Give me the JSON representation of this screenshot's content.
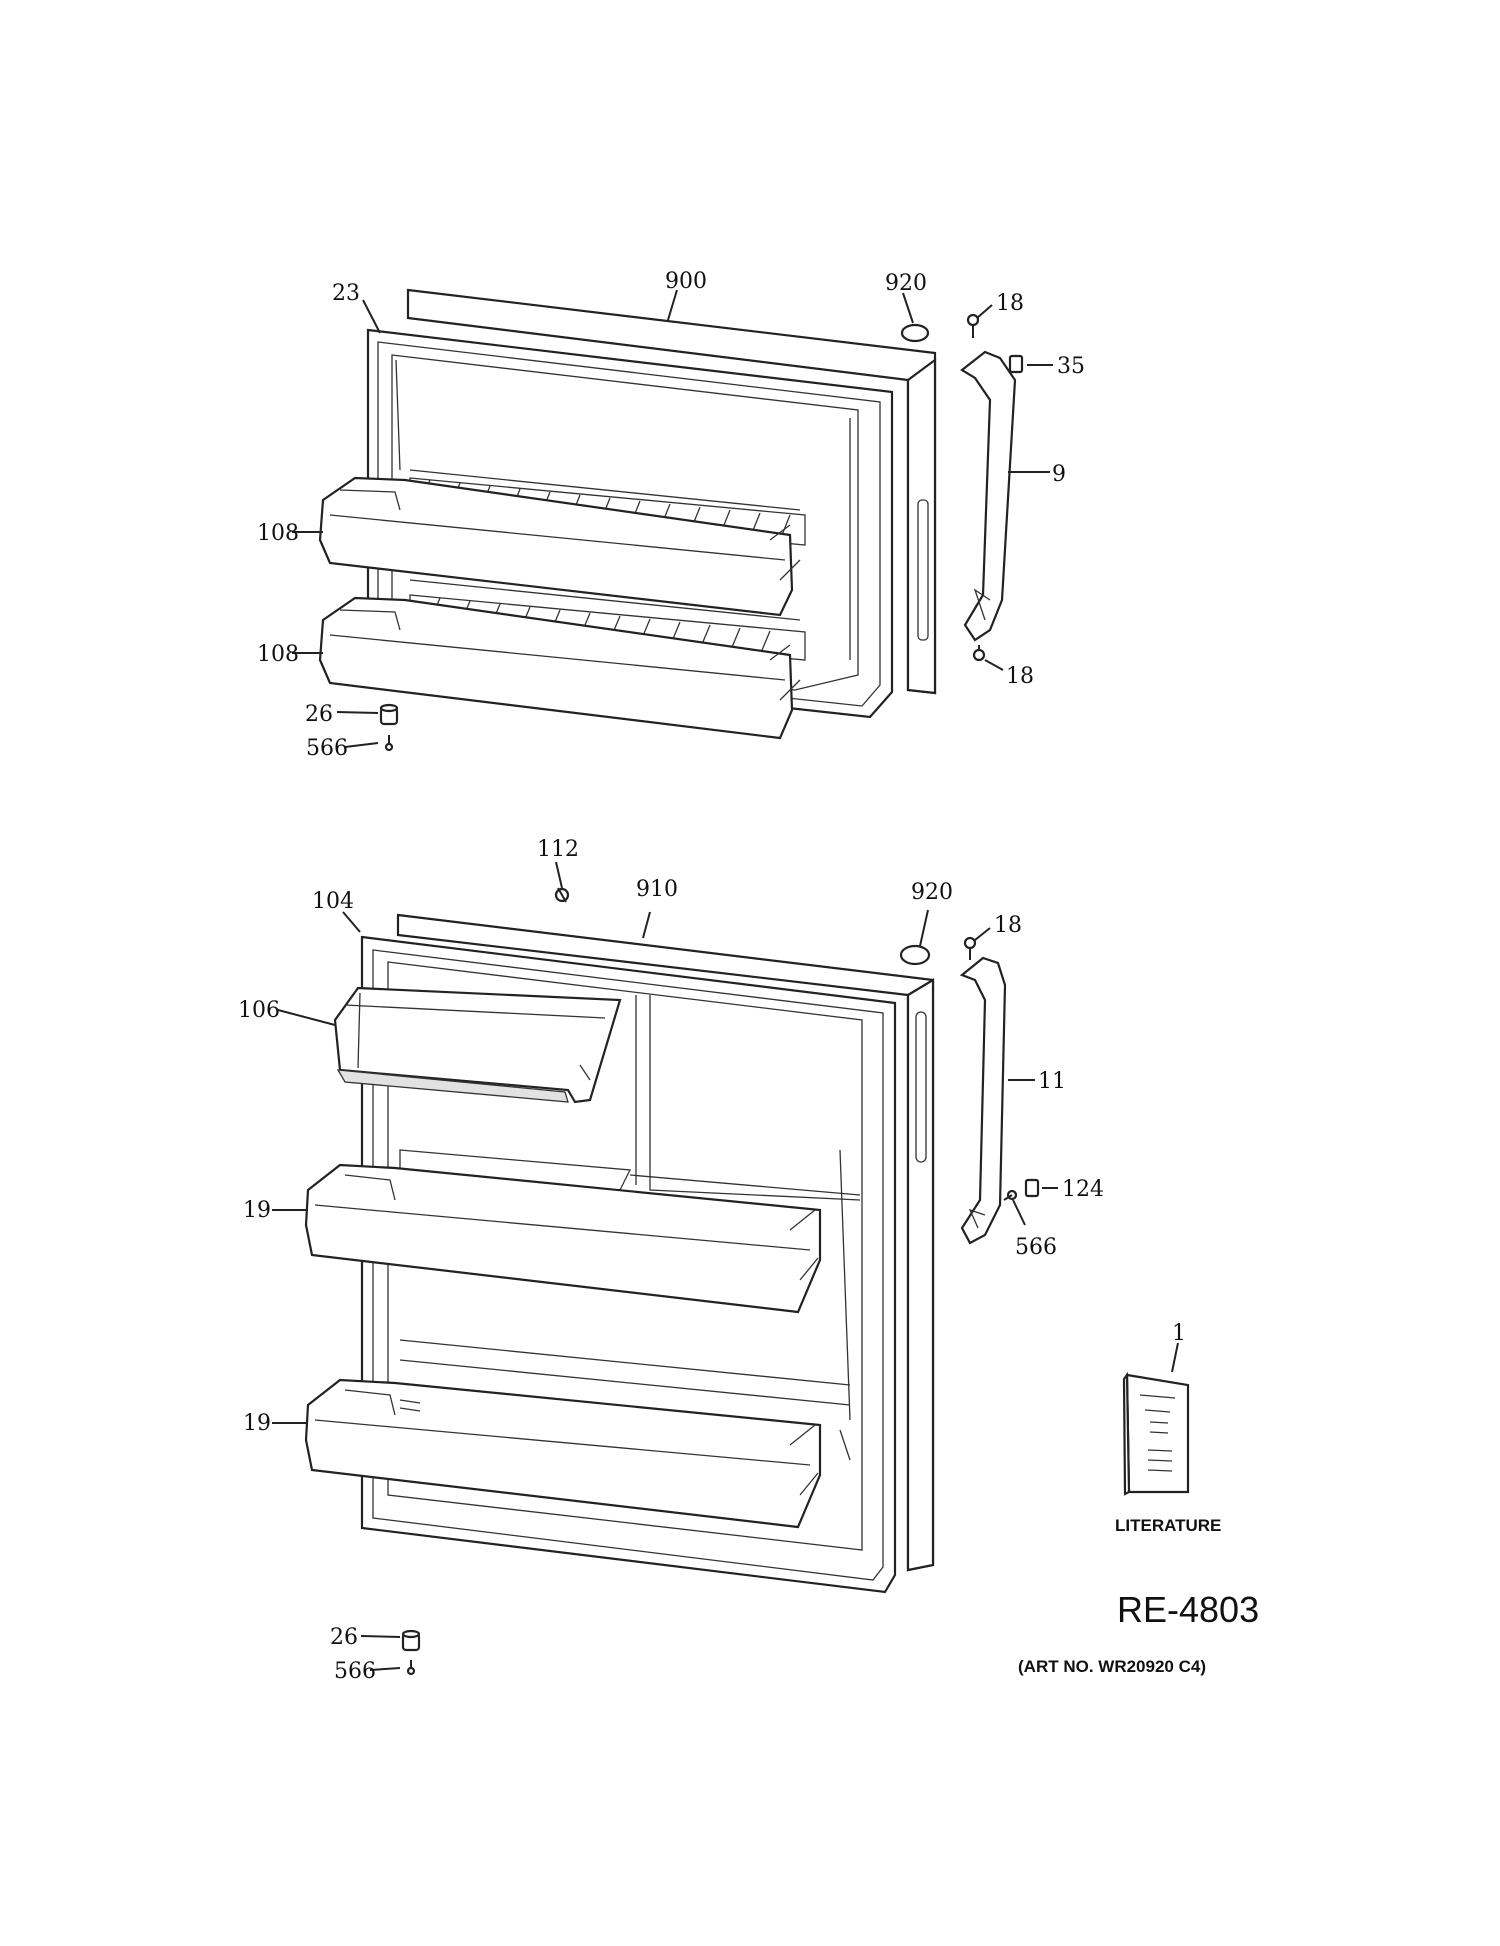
{
  "diagram": {
    "top_assembly": {
      "callouts": {
        "seal_gasket": "23",
        "door_assembly": "900",
        "plug_button": "920",
        "screw_top": "18",
        "bumper": "35",
        "handle": "9",
        "shelf_upper": "108",
        "shelf_lower": "108",
        "screw_bottom": "18",
        "cap": "26",
        "screw_hinge": "566"
      }
    },
    "bottom_assembly": {
      "callouts": {
        "dairy_door_pin": "112",
        "door_assembly": "910",
        "plug_button": "920",
        "seal_gasket": "104",
        "dairy_compartment": "106",
        "screw_top": "18",
        "handle": "11",
        "bumper": "124",
        "screw_handle": "566",
        "shelf_upper": "19",
        "shelf_lower": "19",
        "cap": "26",
        "screw_hinge": "566"
      }
    },
    "literature": {
      "callout": "1",
      "label": "LITERATURE"
    },
    "drawing_number": "RE-4803",
    "art_number": "(ART NO. WR20920 C4)"
  }
}
